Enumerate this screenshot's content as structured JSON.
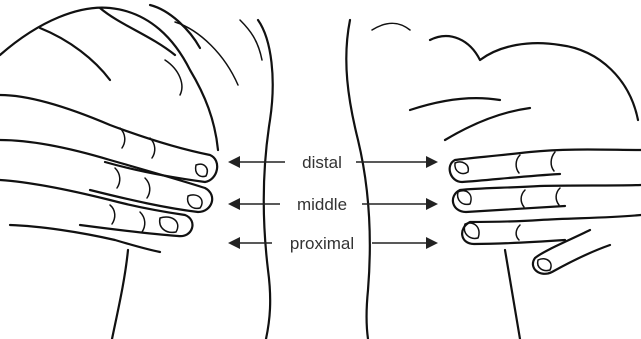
{
  "labels": {
    "distal": "distal",
    "middle": "middle",
    "proximal": "proximal"
  },
  "colors": {
    "background": "#ffffff",
    "ink": "#111111",
    "text": "#333333"
  }
}
